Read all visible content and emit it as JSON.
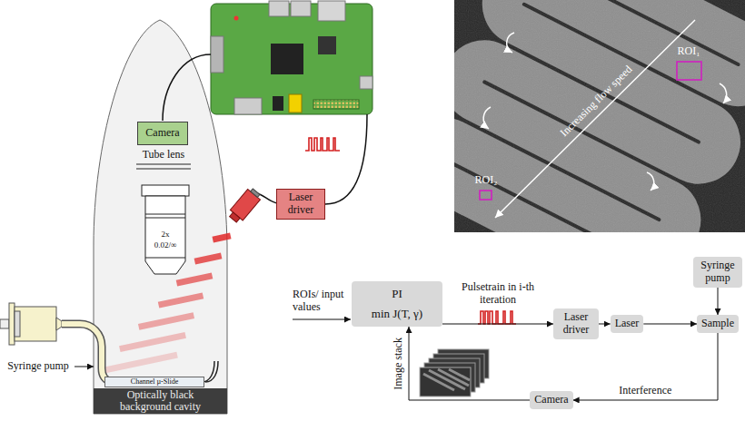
{
  "diagram": {
    "nodes": [
      {
        "text": [
          "Camera"
        ]
      },
      {
        "text": [
          "Laser driver"
        ]
      },
      {
        "text": [
          "Channel µ-Slide"
        ]
      },
      {
        "text": [
          "Optically black background cavity"
        ]
      },
      {
        "text": [
          "PI",
          "min J(T, γ)"
        ]
      },
      {
        "text": [
          "Laser driver"
        ]
      },
      {
        "text": [
          "Laser"
        ]
      },
      {
        "text": [
          "Syringe pump"
        ]
      },
      {
        "text": [
          "Sample"
        ]
      },
      {
        "text": [
          "Camera"
        ]
      }
    ],
    "edges": [
      {
        "from": 4,
        "to": 5,
        "arrow": "to",
        "label": "Pulsetrain in i-th iteration"
      },
      {
        "from": 5,
        "to": 6,
        "arrow": "to"
      },
      {
        "from": 6,
        "to": 8,
        "arrow": "to"
      },
      {
        "from": 7,
        "to": 8,
        "arrow": "to"
      },
      {
        "from": 8,
        "to": 9,
        "arrow": "to",
        "label": "Interference"
      },
      {
        "from": 9,
        "to": 4,
        "arrow": "to",
        "label": "Image stack"
      }
    ],
    "labels": [
      "Tube lens",
      "2x",
      "0.02/∞",
      "Syringe pump",
      "Increasing flow speed",
      "ROI₁",
      "ROI₂",
      "ROIs/ input values"
    ]
  }
}
